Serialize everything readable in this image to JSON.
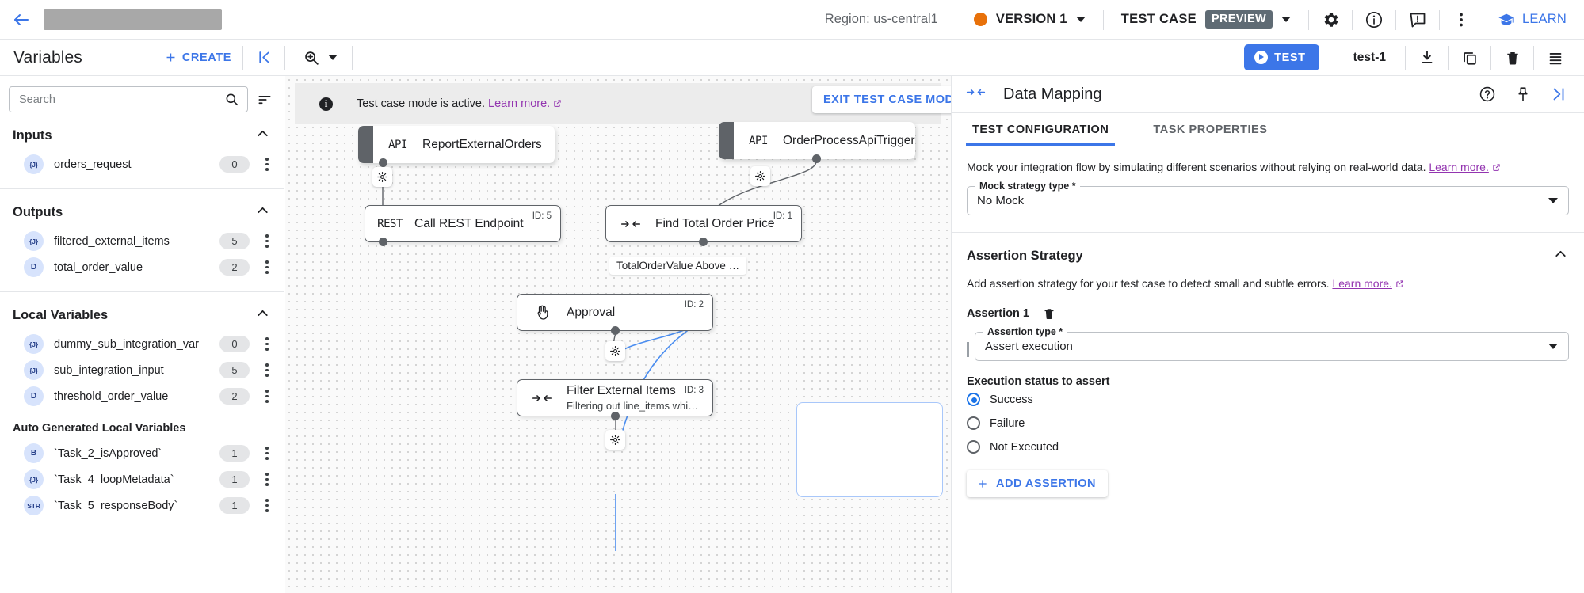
{
  "topbar": {
    "back_icon": "back-arrow-icon",
    "region": "Region: us-central1",
    "version_label": "VERSION 1",
    "test_case_label": "TEST CASE",
    "preview_chip": "PREVIEW",
    "settings_icon": "gear-icon",
    "info_icon": "info-icon",
    "feedback_icon": "feedback-icon",
    "more_icon": "more-vert-icon",
    "learn_label": "LEARN",
    "version_dot_color": "#e8710a",
    "accent_color": "#3c76e8"
  },
  "subbar": {
    "variables_title": "Variables",
    "create_label": "CREATE",
    "collapse_icon": "collapse-panel-icon",
    "zoom_icon": "zoom-icon",
    "test_label": "TEST",
    "test_name": "test-1",
    "download_icon": "download-icon",
    "copy_icon": "copy-icon",
    "delete_icon": "delete-icon",
    "list_icon": "list-icon"
  },
  "sidebar": {
    "search": {
      "value": "",
      "placeholder": "Search"
    },
    "sort_icon": "sort-icon",
    "sections": [
      {
        "title": "Inputs",
        "items": [
          {
            "badge": "{J}",
            "name": "orders_request",
            "count": "0"
          }
        ]
      },
      {
        "title": "Outputs",
        "items": [
          {
            "badge": "{J}",
            "name": "filtered_external_items",
            "count": "5"
          },
          {
            "badge": "D",
            "name": "total_order_value",
            "count": "2"
          }
        ]
      },
      {
        "title": "Local Variables",
        "items": [
          {
            "badge": "{J}",
            "name": "dummy_sub_integration_var",
            "count": "0"
          },
          {
            "badge": "{J}",
            "name": "sub_integration_input",
            "count": "5"
          },
          {
            "badge": "D",
            "name": "threshold_order_value",
            "count": "2"
          }
        ]
      },
      {
        "title": "Auto Generated Local Variables",
        "items": [
          {
            "badge": "B",
            "name": "`Task_2_isApproved`",
            "count": "1"
          },
          {
            "badge": "{J}",
            "name": "`Task_4_loopMetadata`",
            "count": "1"
          },
          {
            "badge": "STR",
            "name": "`Task_5_responseBody`",
            "count": "1"
          }
        ]
      }
    ]
  },
  "canvas": {
    "banner": {
      "icon": "info-icon",
      "text": "Test case mode is active.",
      "link": "Learn more.",
      "external_icon": "external-link-icon"
    },
    "exit_button": "EXIT TEST CASE MODE",
    "nodes": [
      {
        "icon": "API",
        "name": "ReportExternalOrders",
        "sub": "",
        "id": ""
      },
      {
        "icon": "API",
        "name": "OrderProcessApiTrigger",
        "sub": "",
        "id": ""
      },
      {
        "icon": "REST",
        "name": "Call REST Endpoint",
        "sub": "",
        "id": "ID: 5"
      },
      {
        "icon": "data-mapping-icon",
        "name": "Find Total Order Price",
        "sub": "",
        "id": "ID: 1"
      },
      {
        "icon": "approval-hand-icon",
        "name": "Approval",
        "sub": "",
        "id": "ID: 2"
      },
      {
        "icon": "data-mapping-icon",
        "name": "Filter External Items",
        "sub": "Filtering out line_items whi…",
        "id": "ID: 3"
      }
    ],
    "edge_label": "TotalOrderValue Above …"
  },
  "rightpanel": {
    "header": {
      "icon": "data-mapping-icon",
      "title": "Data Mapping",
      "help_icon": "help-icon",
      "pin_icon": "pin-icon",
      "expand_icon": "expand-panel-icon"
    },
    "tabs": [
      {
        "label": "TEST CONFIGURATION",
        "active": true
      },
      {
        "label": "TASK PROPERTIES",
        "active": false
      }
    ],
    "mock": {
      "description": "Mock your integration flow by simulating different scenarios without relying on real-world data.",
      "link": "Learn more.",
      "field_label": "Mock strategy type *",
      "field_value": "No Mock"
    },
    "assertion": {
      "section_title": "Assertion Strategy",
      "description": "Add assertion strategy for your test case to detect small and subtle errors.",
      "link": "Learn more.",
      "item_title": "Assertion 1",
      "delete_icon": "delete-icon",
      "type_label": "Assertion type *",
      "type_value": "Assert execution",
      "status_label": "Execution status to assert",
      "options": [
        {
          "label": "Success",
          "selected": true
        },
        {
          "label": "Failure",
          "selected": false
        },
        {
          "label": "Not Executed",
          "selected": false
        }
      ],
      "add_label": "ADD ASSERTION"
    }
  }
}
